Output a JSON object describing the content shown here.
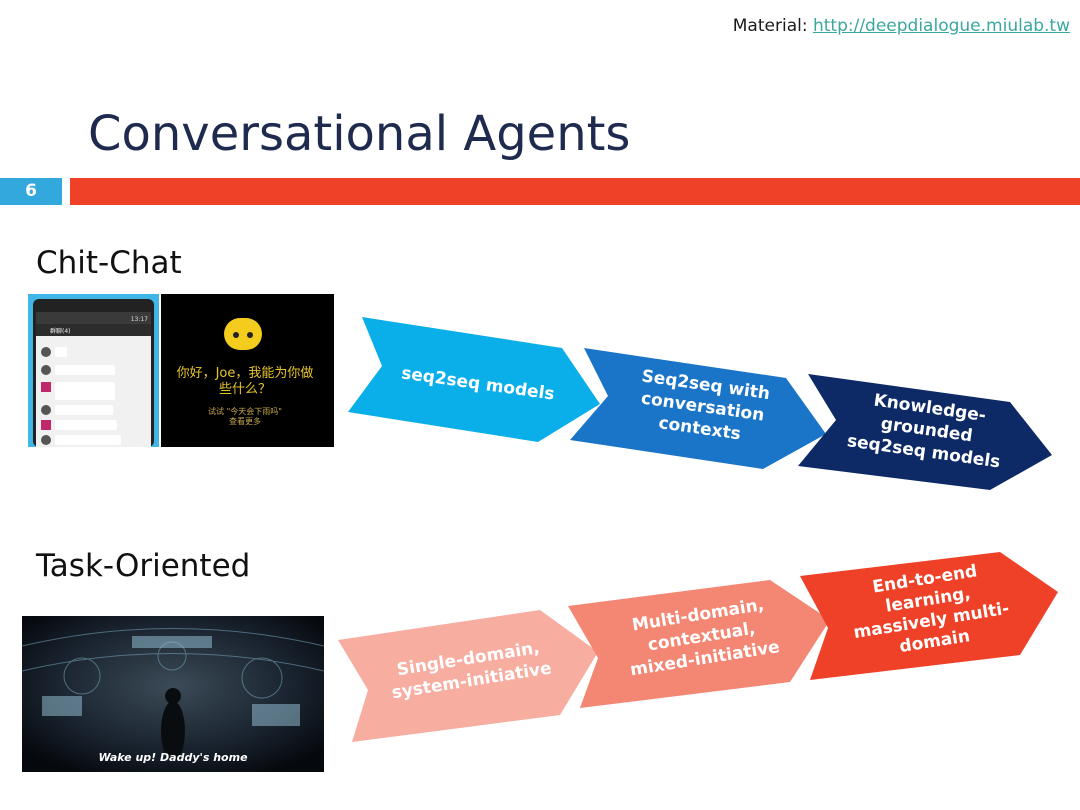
{
  "header": {
    "material_prefix": "Material: ",
    "material_link": "http://deepdialogue.miulab.tw"
  },
  "slide": {
    "title": "Conversational Agents",
    "number": "6"
  },
  "sections": {
    "chitchat": "Chit-Chat",
    "task": "Task-Oriented"
  },
  "chitchat_arrows": [
    {
      "lines": [
        "seq2seq models"
      ],
      "color": "#0aaee8"
    },
    {
      "lines": [
        "Seq2seq with",
        "conversation",
        "contexts"
      ],
      "color": "#1a74c7"
    },
    {
      "lines": [
        "Knowledge-",
        "grounded",
        "seq2seq models"
      ],
      "color": "#0d2a66"
    }
  ],
  "task_arrows": [
    {
      "lines": [
        "Single-domain,",
        "system-initiative"
      ],
      "color": "#f7ada0"
    },
    {
      "lines": [
        "Multi-domain,",
        "contextual,",
        "mixed-initiative"
      ],
      "color": "#f48674"
    },
    {
      "lines": [
        "End-to-end",
        "learning,",
        "massively multi-",
        "domain"
      ],
      "color": "#ee4127"
    }
  ],
  "images": {
    "phone_screen": {
      "time": "13:17",
      "header": "群聊(4)"
    },
    "xiaoice": {
      "greeting_1": "你好，Joe，我能为你做",
      "greeting_2": "些什么？",
      "hint_1": "试试 \"今天会下雨吗\"",
      "hint_2": "查看更多"
    },
    "movie_caption": "Wake up! Daddy's home"
  },
  "colors": {
    "title": "#1e2a4e",
    "accent_bar": "#ee4127",
    "slide_number": "#33a8dd"
  }
}
